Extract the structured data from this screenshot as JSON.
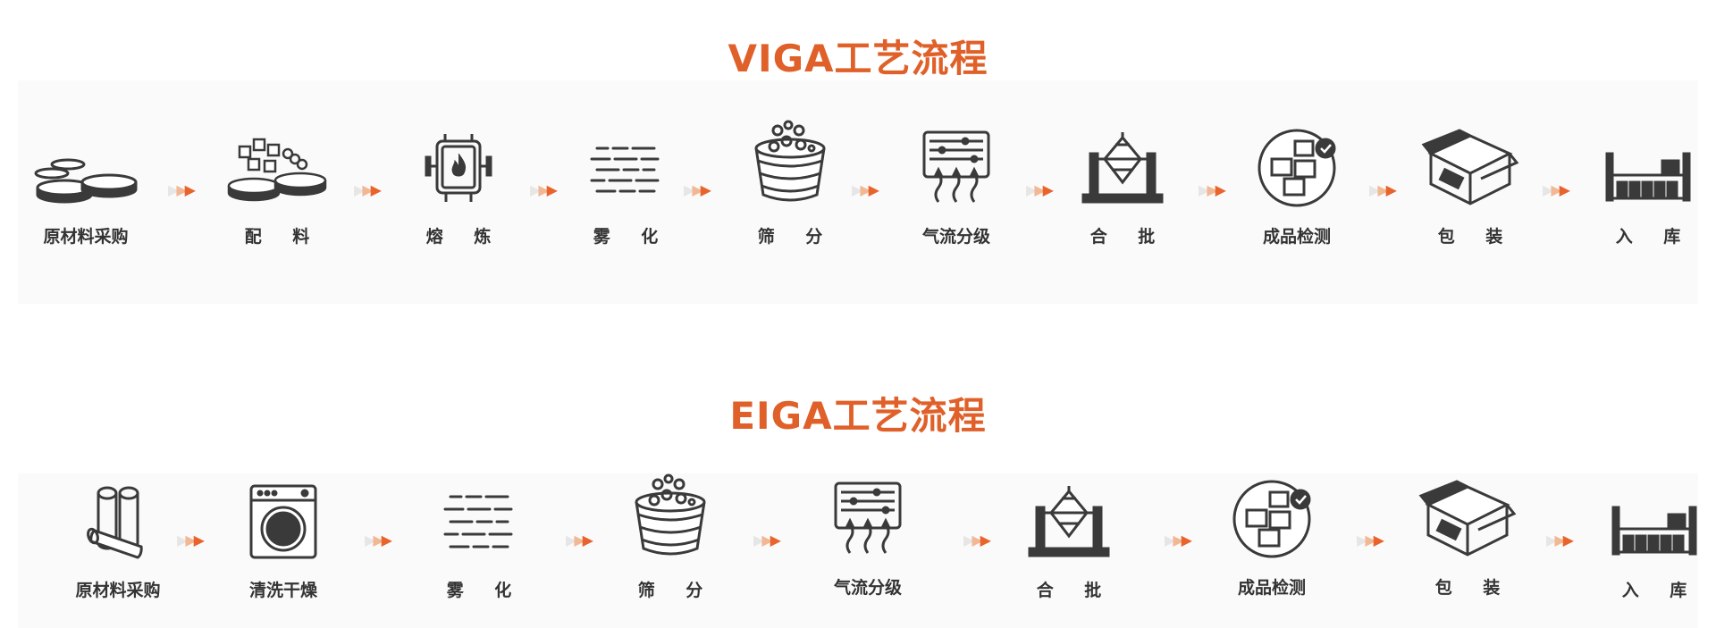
{
  "viga": {
    "title": "VIGA工艺流程",
    "steps": [
      {
        "label": "原材料采购",
        "icon": "raw-material-discs-icon"
      },
      {
        "label": "配 料",
        "icon": "batching-icon"
      },
      {
        "label": "熔 炼",
        "icon": "smelting-furnace-icon"
      },
      {
        "label": "雾 化",
        "icon": "atomization-icon"
      },
      {
        "label": "筛 分",
        "icon": "sieving-bucket-icon"
      },
      {
        "label": "气流分级",
        "icon": "air-classification-icon"
      },
      {
        "label": "合 批",
        "icon": "mixer-icon"
      },
      {
        "label": "成品检测",
        "icon": "inspection-icon"
      },
      {
        "label": "包 装",
        "icon": "packing-box-icon"
      },
      {
        "label": "入 库",
        "icon": "warehouse-shelf-icon"
      }
    ]
  },
  "eiga": {
    "title": "EIGA工艺流程",
    "steps": [
      {
        "label": "原材料采购",
        "icon": "raw-material-rods-icon"
      },
      {
        "label": "清洗干燥",
        "icon": "washing-machine-icon"
      },
      {
        "label": "雾 化",
        "icon": "atomization-icon"
      },
      {
        "label": "筛 分",
        "icon": "sieving-bucket-icon"
      },
      {
        "label": "气流分级",
        "icon": "air-classification-icon"
      },
      {
        "label": "合 批",
        "icon": "mixer-icon"
      },
      {
        "label": "成品检测",
        "icon": "inspection-icon"
      },
      {
        "label": "包 装",
        "icon": "packing-box-icon"
      },
      {
        "label": "入 库",
        "icon": "warehouse-shelf-icon"
      }
    ]
  },
  "colors": {
    "accent": "#e0602a",
    "icon": "#3a3a3a",
    "arrow_light": "#e6e6e6",
    "arrow_mid": "#f2b894",
    "arrow_dark": "#e8642c"
  }
}
